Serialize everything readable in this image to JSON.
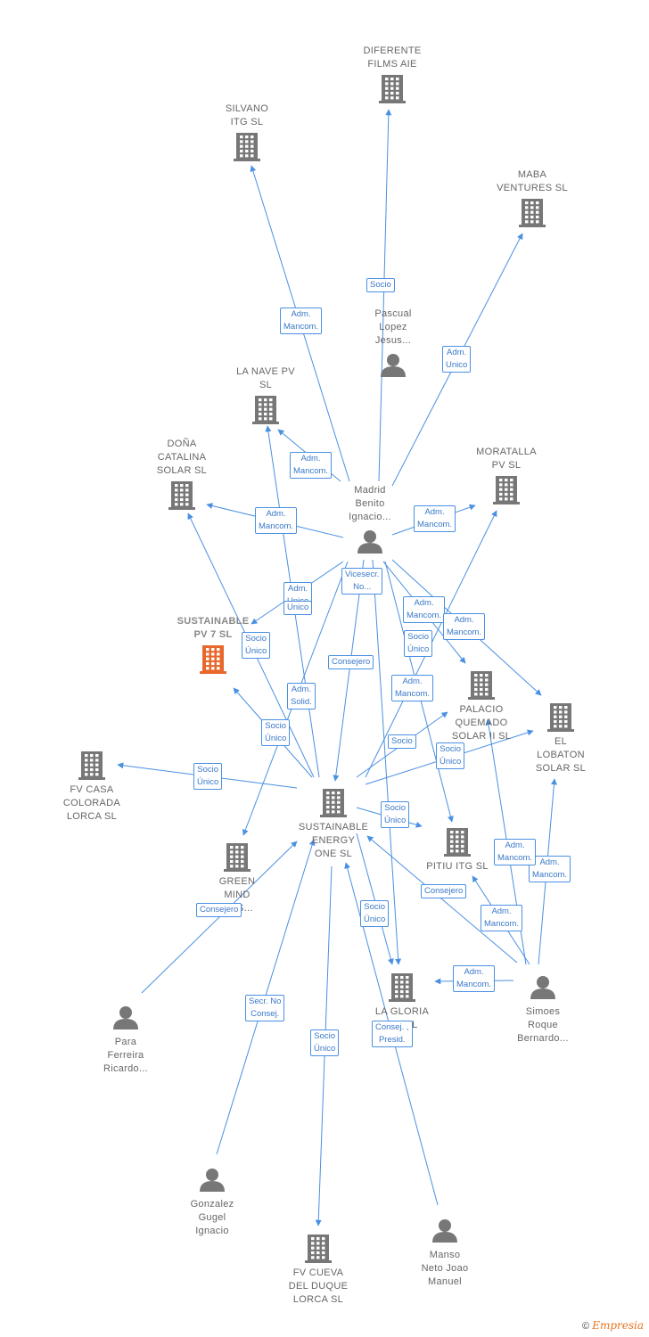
{
  "diagram": {
    "title": "",
    "accent_color": "#4a90e2",
    "highlight_color": "#e8672b",
    "building_color": "#777777",
    "person_color": "#777777"
  },
  "nodes": [
    {
      "id": "diferente",
      "type": "company",
      "lines": [
        "DIFERENTE",
        "FILMS  AIE"
      ]
    },
    {
      "id": "silvano",
      "type": "company",
      "lines": [
        "SILVANO",
        "ITG  SL"
      ]
    },
    {
      "id": "maba",
      "type": "company",
      "lines": [
        "MABA",
        "VENTURES  SL"
      ]
    },
    {
      "id": "pascual",
      "type": "person",
      "lines": [
        "Pascual",
        "Lopez",
        "Jesus..."
      ]
    },
    {
      "id": "lanave",
      "type": "company",
      "lines": [
        "LA NAVE PV",
        "SL"
      ]
    },
    {
      "id": "dona",
      "type": "company",
      "lines": [
        "DOÑA",
        "CATALINA",
        "SOLAR  SL"
      ]
    },
    {
      "id": "madrid",
      "type": "person",
      "lines": [
        "Madrid",
        "Benito",
        "Ignacio..."
      ]
    },
    {
      "id": "moratalla",
      "type": "company",
      "lines": [
        "MORATALLA",
        "PV  SL"
      ]
    },
    {
      "id": "sustpv7",
      "type": "company_main",
      "lines": [
        "SUSTAINABLE",
        "PV 7  SL"
      ]
    },
    {
      "id": "palacio",
      "type": "company",
      "lines": [
        "PALACIO",
        "QUEMADO",
        "SOLAR II  SL"
      ]
    },
    {
      "id": "lobaton",
      "type": "company",
      "lines": [
        "EL",
        "LOBATON",
        "SOLAR  SL"
      ]
    },
    {
      "id": "fvcasa",
      "type": "company",
      "lines": [
        "FV CASA",
        "COLORADA",
        "LORCA SL"
      ]
    },
    {
      "id": "sustone",
      "type": "company",
      "lines": [
        "SUSTAINABLE",
        "ENERGY",
        "ONE  SL"
      ]
    },
    {
      "id": "green",
      "type": "company",
      "lines": [
        "GREEN",
        "MIND",
        "...ES..."
      ]
    },
    {
      "id": "pitiu",
      "type": "company",
      "lines": [
        "PITIU ITG  SL"
      ]
    },
    {
      "id": "lagloria",
      "type": "company",
      "lines": [
        "LA GLORIA",
        "S... SL"
      ]
    },
    {
      "id": "simoes",
      "type": "person",
      "lines": [
        "Simoes",
        "Roque",
        "Bernardo..."
      ]
    },
    {
      "id": "para",
      "type": "person",
      "lines": [
        "Para",
        "Ferreira",
        "Ricardo..."
      ]
    },
    {
      "id": "gonzalez",
      "type": "person",
      "lines": [
        "Gonzalez",
        "Gugel",
        "Ignacio"
      ]
    },
    {
      "id": "fvcueva",
      "type": "company",
      "lines": [
        "FV CUEVA",
        "DEL DUQUE",
        "LORCA SL"
      ]
    },
    {
      "id": "manso",
      "type": "person",
      "lines": [
        "Manso",
        "Neto Joao",
        "Manuel"
      ]
    }
  ],
  "edges": [
    {
      "from": "madrid",
      "to": "silvano",
      "label": [
        "Adm.",
        "Mancom."
      ]
    },
    {
      "from": "madrid",
      "to": "diferente",
      "label": [
        "Socio"
      ]
    },
    {
      "from": "madrid",
      "to": "maba",
      "label": [
        "Adm.",
        "Unico"
      ]
    },
    {
      "from": "madrid",
      "to": "lanave",
      "label": [
        "Adm.",
        "Mancom."
      ]
    },
    {
      "from": "madrid",
      "to": "dona",
      "label": [
        "Adm.",
        "Mancom."
      ]
    },
    {
      "from": "madrid",
      "to": "moratalla",
      "label": [
        "Adm.",
        "Mancom."
      ]
    },
    {
      "from": "madrid",
      "to": "sustpv7",
      "label": [
        "Adm.",
        "Unico"
      ]
    },
    {
      "from": "madrid",
      "to": "sustone",
      "label": [
        "Vicesecr.",
        "No..."
      ]
    },
    {
      "from": "madrid",
      "to": "palacio",
      "label": [
        "Adm.",
        "Mancom."
      ]
    },
    {
      "from": "madrid",
      "to": "lobaton",
      "label": [
        "Adm.",
        "Mancom."
      ]
    },
    {
      "from": "madrid",
      "to": "pitiu",
      "label": [
        "Adm.",
        "Mancom."
      ]
    },
    {
      "from": "madrid",
      "to": "green",
      "label": [
        "Adm.",
        "Solid."
      ]
    },
    {
      "from": "madrid",
      "to": "lagloria",
      "label": [
        "Consejero"
      ]
    },
    {
      "from": "sustone",
      "to": "lanave",
      "label": [
        "Unico"
      ]
    },
    {
      "from": "sustone",
      "to": "dona",
      "label": [
        "Socio",
        "Único"
      ]
    },
    {
      "from": "sustone",
      "to": "sustpv7",
      "label": [
        "Socio",
        "Único"
      ]
    },
    {
      "from": "sustone",
      "to": "fvcasa",
      "label": [
        "Socio",
        "Único"
      ]
    },
    {
      "from": "sustone",
      "to": "moratalla",
      "label": [
        "Socio",
        "Único"
      ]
    },
    {
      "from": "sustone",
      "to": "palacio",
      "label": [
        "Socio"
      ]
    },
    {
      "from": "sustone",
      "to": "lobaton",
      "label": [
        "Socio",
        "Único"
      ]
    },
    {
      "from": "sustone",
      "to": "pitiu",
      "label": [
        "Socio",
        "Único"
      ]
    },
    {
      "from": "sustone",
      "to": "lagloria",
      "label": [
        "Socio",
        "Único"
      ]
    },
    {
      "from": "sustone",
      "to": "fvcueva",
      "label": [
        "Socio",
        "Único"
      ]
    },
    {
      "from": "simoes",
      "to": "palacio",
      "label": [
        "Adm.",
        "Mancom."
      ]
    },
    {
      "from": "simoes",
      "to": "lobaton",
      "label": [
        "Adm.",
        "Mancom."
      ]
    },
    {
      "from": "simoes",
      "to": "pitiu",
      "label": [
        "Adm.",
        "Mancom."
      ]
    },
    {
      "from": "simoes",
      "to": "lagloria",
      "label": [
        "Adm.",
        "Mancom."
      ]
    },
    {
      "from": "simoes",
      "to": "sustone",
      "label": [
        "Consejero"
      ]
    },
    {
      "from": "para",
      "to": "sustone",
      "label": [
        "Consejero"
      ]
    },
    {
      "from": "gonzalez",
      "to": "sustone",
      "label": [
        "Secr.  No",
        "Consej."
      ]
    },
    {
      "from": "manso",
      "to": "sustone",
      "label": [
        "Consej. ,",
        "Presid."
      ]
    }
  ],
  "copyright": {
    "symbol": "©",
    "brand": "Empresia"
  }
}
